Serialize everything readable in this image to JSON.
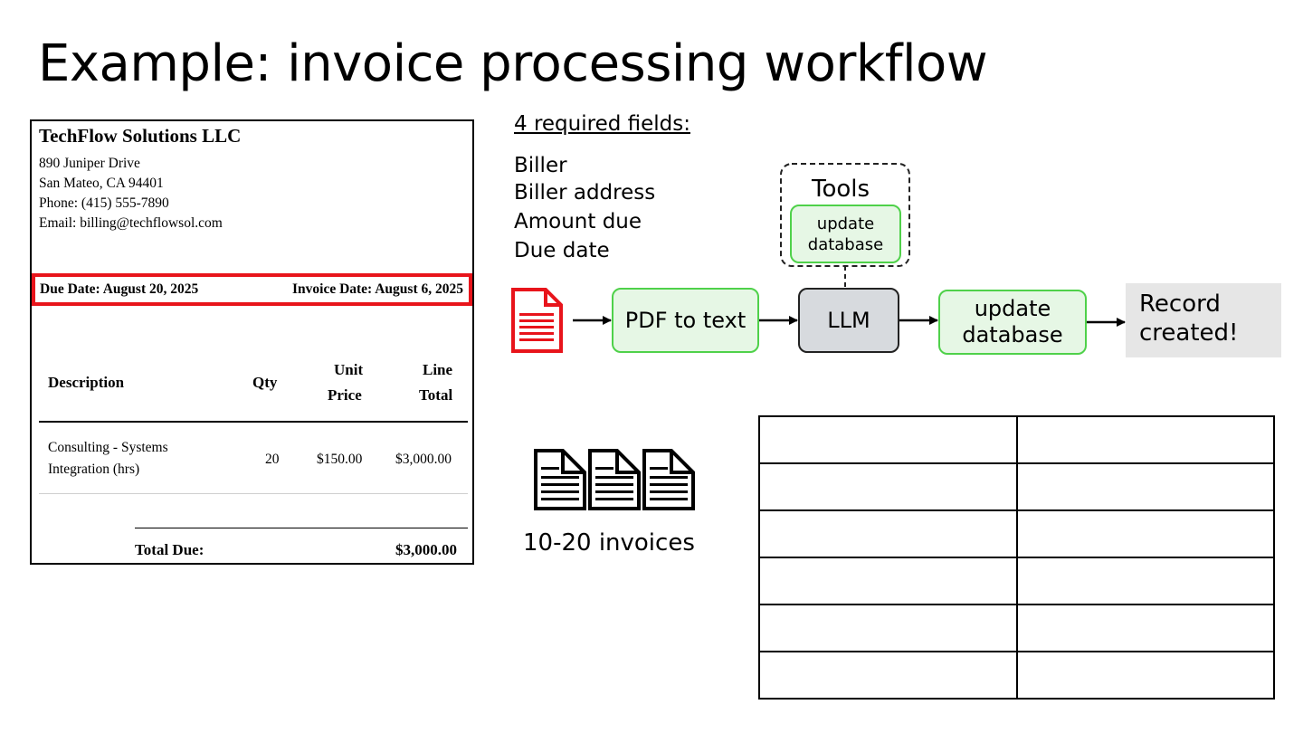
{
  "slide": {
    "title": "Example: invoice processing workflow"
  },
  "invoice": {
    "company": "TechFlow Solutions LLC",
    "address_lines": [
      "890 Juniper Drive",
      "San Mateo, CA 94401",
      "Phone: (415) 555-7890",
      "Email: billing@techflowsol.com"
    ],
    "due_date": "Due Date: August 20, 2025",
    "invoice_date": "Invoice Date: August 6, 2025",
    "headers": {
      "description": "Description",
      "qty": "Qty",
      "unit_price_1": "Unit",
      "unit_price_2": "Price",
      "line_total_1": "Line",
      "line_total_2": "Total"
    },
    "row": {
      "description_1": "Consulting - Systems",
      "description_2": "Integration (hrs)",
      "qty": "20",
      "unit_price": "$150.00",
      "line_total": "$3,000.00"
    },
    "total_label": "Total Due:",
    "total_value": "$3,000.00",
    "highlight_color": "#e8141b"
  },
  "fields": {
    "heading": "4 required fields:",
    "items": [
      "Biller",
      "Biller address",
      "Amount due",
      "Due date"
    ]
  },
  "workflow": {
    "pdf_icon": "pdf-document-icon",
    "step_pdf_to_text": "PDF to text",
    "step_llm": "LLM",
    "step_update_1": "update",
    "step_update_2": "database",
    "tools_label": "Tools",
    "tool_update_1": "update",
    "tool_update_2": "database",
    "result_1": "Record",
    "result_2": "created!",
    "colors": {
      "green_fill": "#e6f7e5",
      "green_border": "#4fd14a",
      "llm_fill": "#d7dade",
      "result_fill": "#e6e6e6",
      "pdf_red": "#e8141b"
    }
  },
  "batch": {
    "icon": "document-stack-icon",
    "caption": "10-20 invoices"
  }
}
